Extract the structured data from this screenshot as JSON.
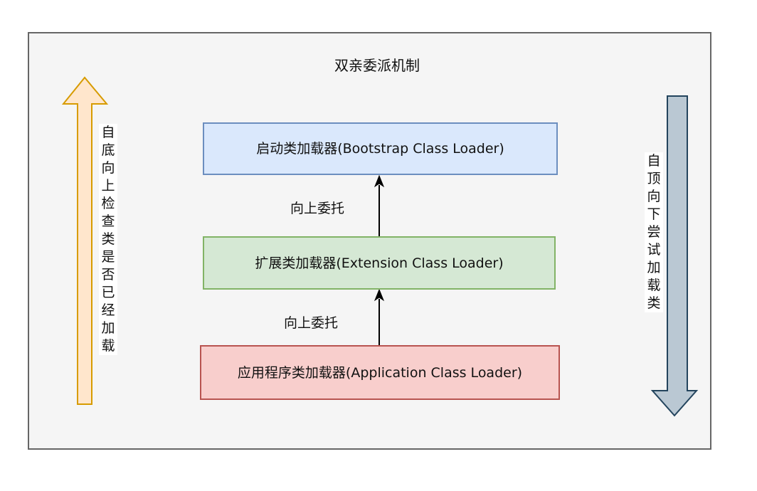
{
  "diagram": {
    "title": "双亲委派机制",
    "loaders": {
      "bootstrap": "启动类加载器(Bootstrap Class Loader)",
      "extension": "扩展类加载器(Extension Class Loader)",
      "application": "应用程序类加载器(Application Class Loader)"
    },
    "delegate_labels": [
      "向上委托",
      "向上委托"
    ],
    "left_arrow_label": "自底向上检查类是否已经加载",
    "right_arrow_label": "自顶向下尝试加载类",
    "colors": {
      "bootstrap_fill": "#dae8fc",
      "bootstrap_border": "#6c8ebf",
      "extension_fill": "#d5e8d4",
      "extension_border": "#82b366",
      "application_fill": "#f8cecc",
      "application_border": "#b85450",
      "up_arrow_fill": "#ffe6cc",
      "up_arrow_border": "#d79b00",
      "down_arrow_fill": "#bac8d3",
      "down_arrow_border": "#23445d"
    }
  }
}
